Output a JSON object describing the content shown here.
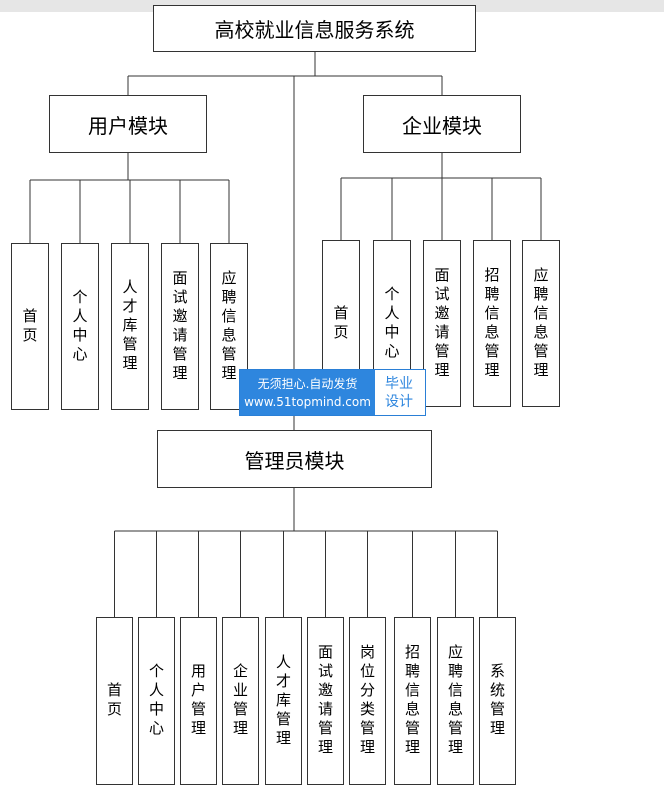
{
  "diagram": {
    "root": "高校就业信息服务系统",
    "user_module": {
      "title": "用户模块",
      "children": [
        "首页",
        "个人中心",
        "人才库管理",
        "面试邀请管理",
        "应聘信息管理"
      ]
    },
    "company_module": {
      "title": "企业模块",
      "children": [
        "首页",
        "个人中心",
        "面试邀请管理",
        "招聘信息管理",
        "应聘信息管理"
      ]
    },
    "admin_module": {
      "title": "管理员模块",
      "children": [
        "首页",
        "个人中心",
        "用户管理",
        "企业管理",
        "人才库管理",
        "面试邀请管理",
        "岗位分类管理",
        "招聘信息管理",
        "应聘信息管理",
        "系统管理"
      ]
    }
  },
  "watermark": {
    "line1": "无须担心.自动发货",
    "line2": "www.51topmind.com",
    "badge1": "毕业",
    "badge2": "设计"
  },
  "colors": {
    "line": "#333333",
    "box_border": "#333333",
    "watermark_blue": "#2e86de"
  }
}
